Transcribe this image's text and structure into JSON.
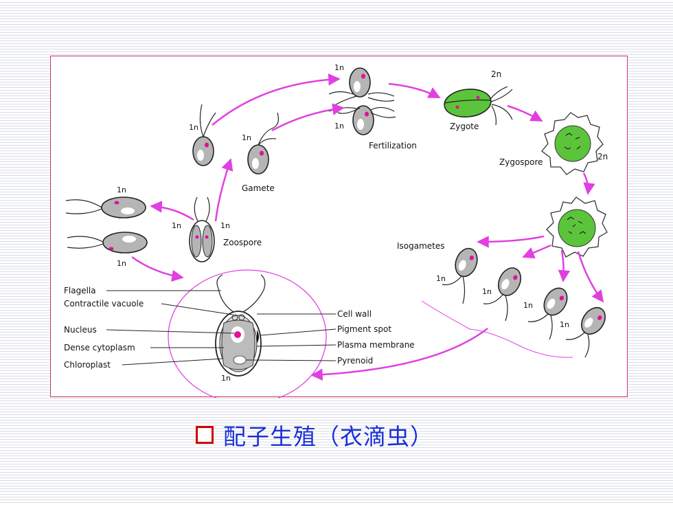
{
  "diagram": {
    "labels": {
      "n1": "1n",
      "n2": "2n",
      "zygote": "Zygote",
      "fertilization": "Fertilization",
      "zygospore": "Zygospore",
      "gamete": "Gamete",
      "zoospore": "Zoospore",
      "isogametes": "Isogametes",
      "flagella": "Flagella",
      "contractile_vacuole": "Contractile vacuole",
      "nucleus": "Nucleus",
      "dense_cytoplasm": "Dense cytoplasm",
      "chloroplast": "Chloroplast",
      "cell_wall": "Cell wall",
      "pigment_spot": "Pigment spot",
      "plasma_membrane": "Plasma membrane",
      "pyrenoid": "Pyrenoid"
    },
    "colors": {
      "arrow": "#e040e0",
      "frame": "#c8336b",
      "cell_fill": "#b5b5b5",
      "zygote_green": "#5cc43b",
      "pigment": "#e0119a"
    }
  },
  "caption": {
    "text": "配子生殖（衣滴虫）",
    "bullet_color": "#d00000",
    "text_color": "#1a2fd6"
  }
}
